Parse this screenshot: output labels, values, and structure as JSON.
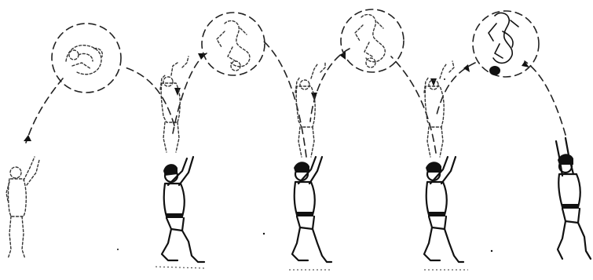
{
  "figure": {
    "colors": {
      "ink": "#111111",
      "paper": "#ffffff"
    },
    "phases": [
      {
        "kind": "landing-figure"
      },
      {
        "kind": "tucked-rotation",
        "style": "dashed"
      },
      {
        "kind": "tucked-rotation",
        "style": "dashed"
      },
      {
        "kind": "tucked-rotation",
        "style": "dashed"
      },
      {
        "kind": "tucked-rotation",
        "style": "solid"
      }
    ]
  }
}
